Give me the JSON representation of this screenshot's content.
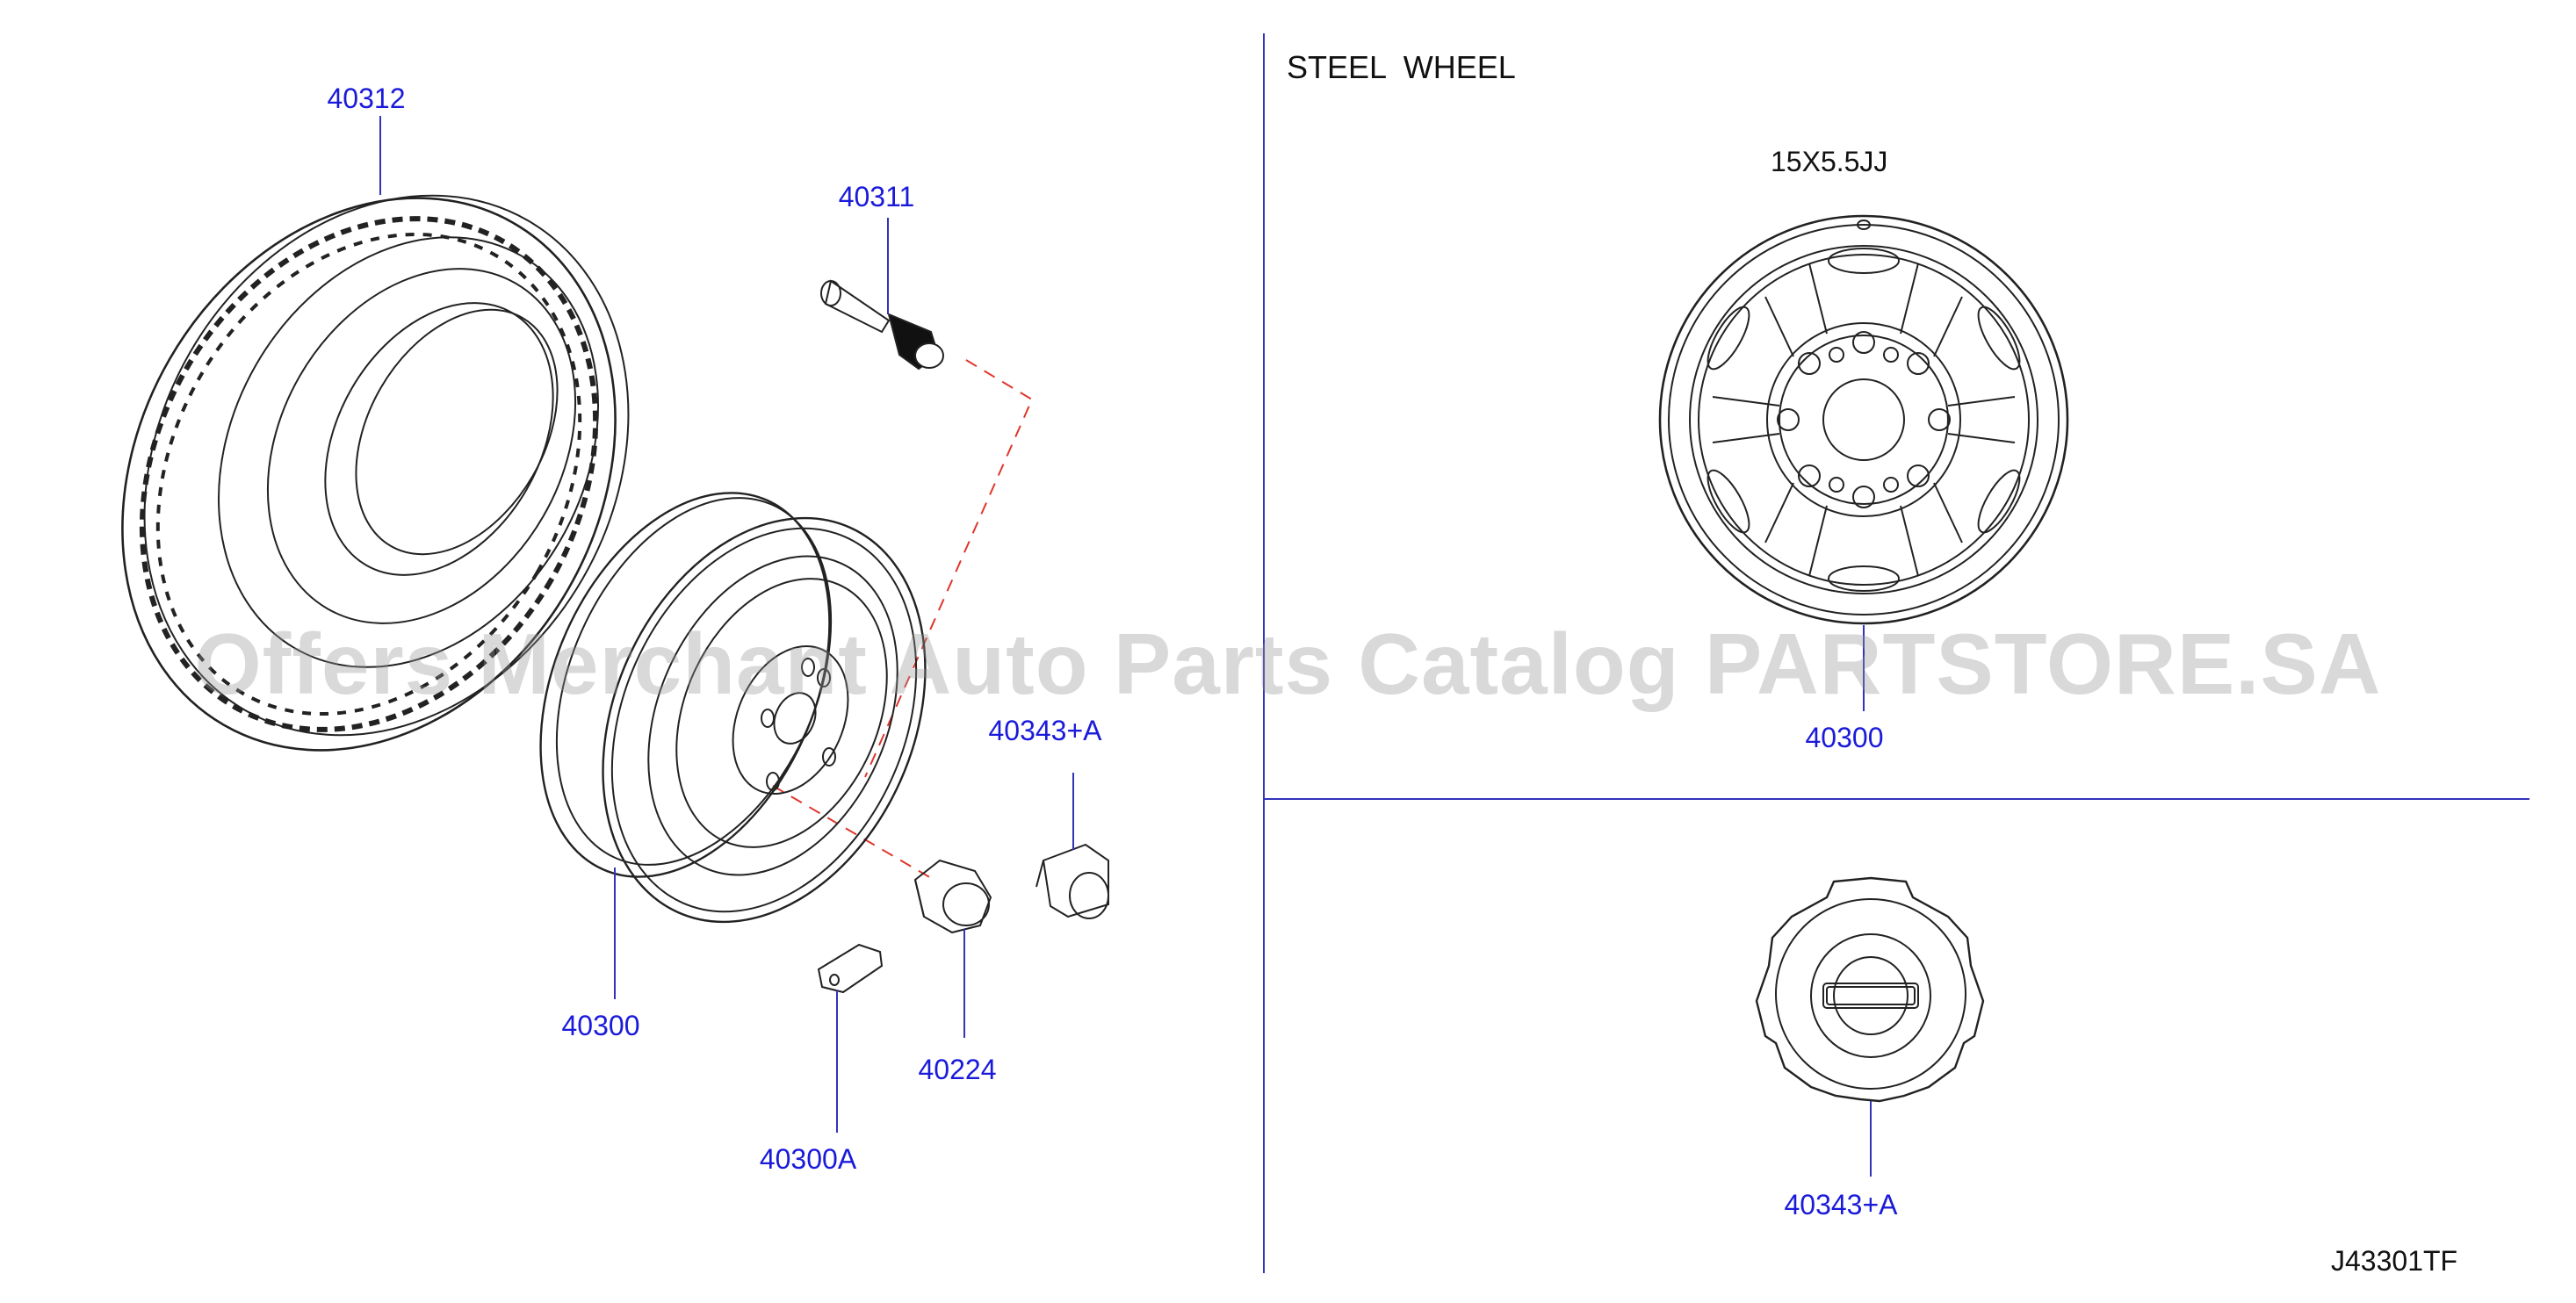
{
  "section_title": "STEEL  WHEEL",
  "wheel_size": "15X5.5JJ",
  "diagram_code": "J43301TF",
  "watermark": "Offers Merchant Auto Parts Catalog PARTSTORE.SA",
  "colors": {
    "label": "#1a1adb",
    "line": "#222222",
    "leader": "#3333bb",
    "dash": "#e0362c"
  },
  "parts": {
    "tire": "40312",
    "valve": "40311",
    "wheel_left": "40300",
    "ornament_left": "40343+A",
    "nut": "40224",
    "balance_weight": "40300A",
    "wheel_right": "40300",
    "ornament_right": "40343+A"
  }
}
